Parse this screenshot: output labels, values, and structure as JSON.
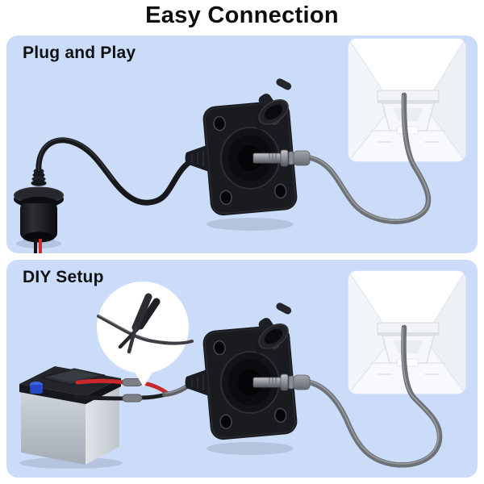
{
  "title": "Easy Connection",
  "panels": [
    {
      "label": "Plug and Play"
    },
    {
      "label": "DIY Setup"
    }
  ],
  "colors": {
    "background": "#ffffff",
    "panel_background": "#cbdcf8",
    "heading_text": "#0d0d0f",
    "wire_red": "#c9282c",
    "wire_black": "#1c1d21",
    "antenna_cable_gray": "#6e7176",
    "plate_black": "#1a1b1f",
    "antenna_white": "#fbfcfe",
    "battery_gray": "#c3c9d1",
    "battery_terminal_blue": "#2a4fd7"
  },
  "icons": {
    "top_scene": [
      "power-socket-connector",
      "black-cable",
      "mounting-plate",
      "rubber-cap",
      "dc-plug",
      "antenna-cable",
      "antenna-back"
    ],
    "bottom_scene": [
      "car-battery",
      "red-wire",
      "black-wire",
      "crimp-connectors",
      "wire-cutter-callout",
      "mounting-plate",
      "rubber-cap",
      "dc-plug",
      "antenna-cable",
      "antenna-back"
    ]
  }
}
